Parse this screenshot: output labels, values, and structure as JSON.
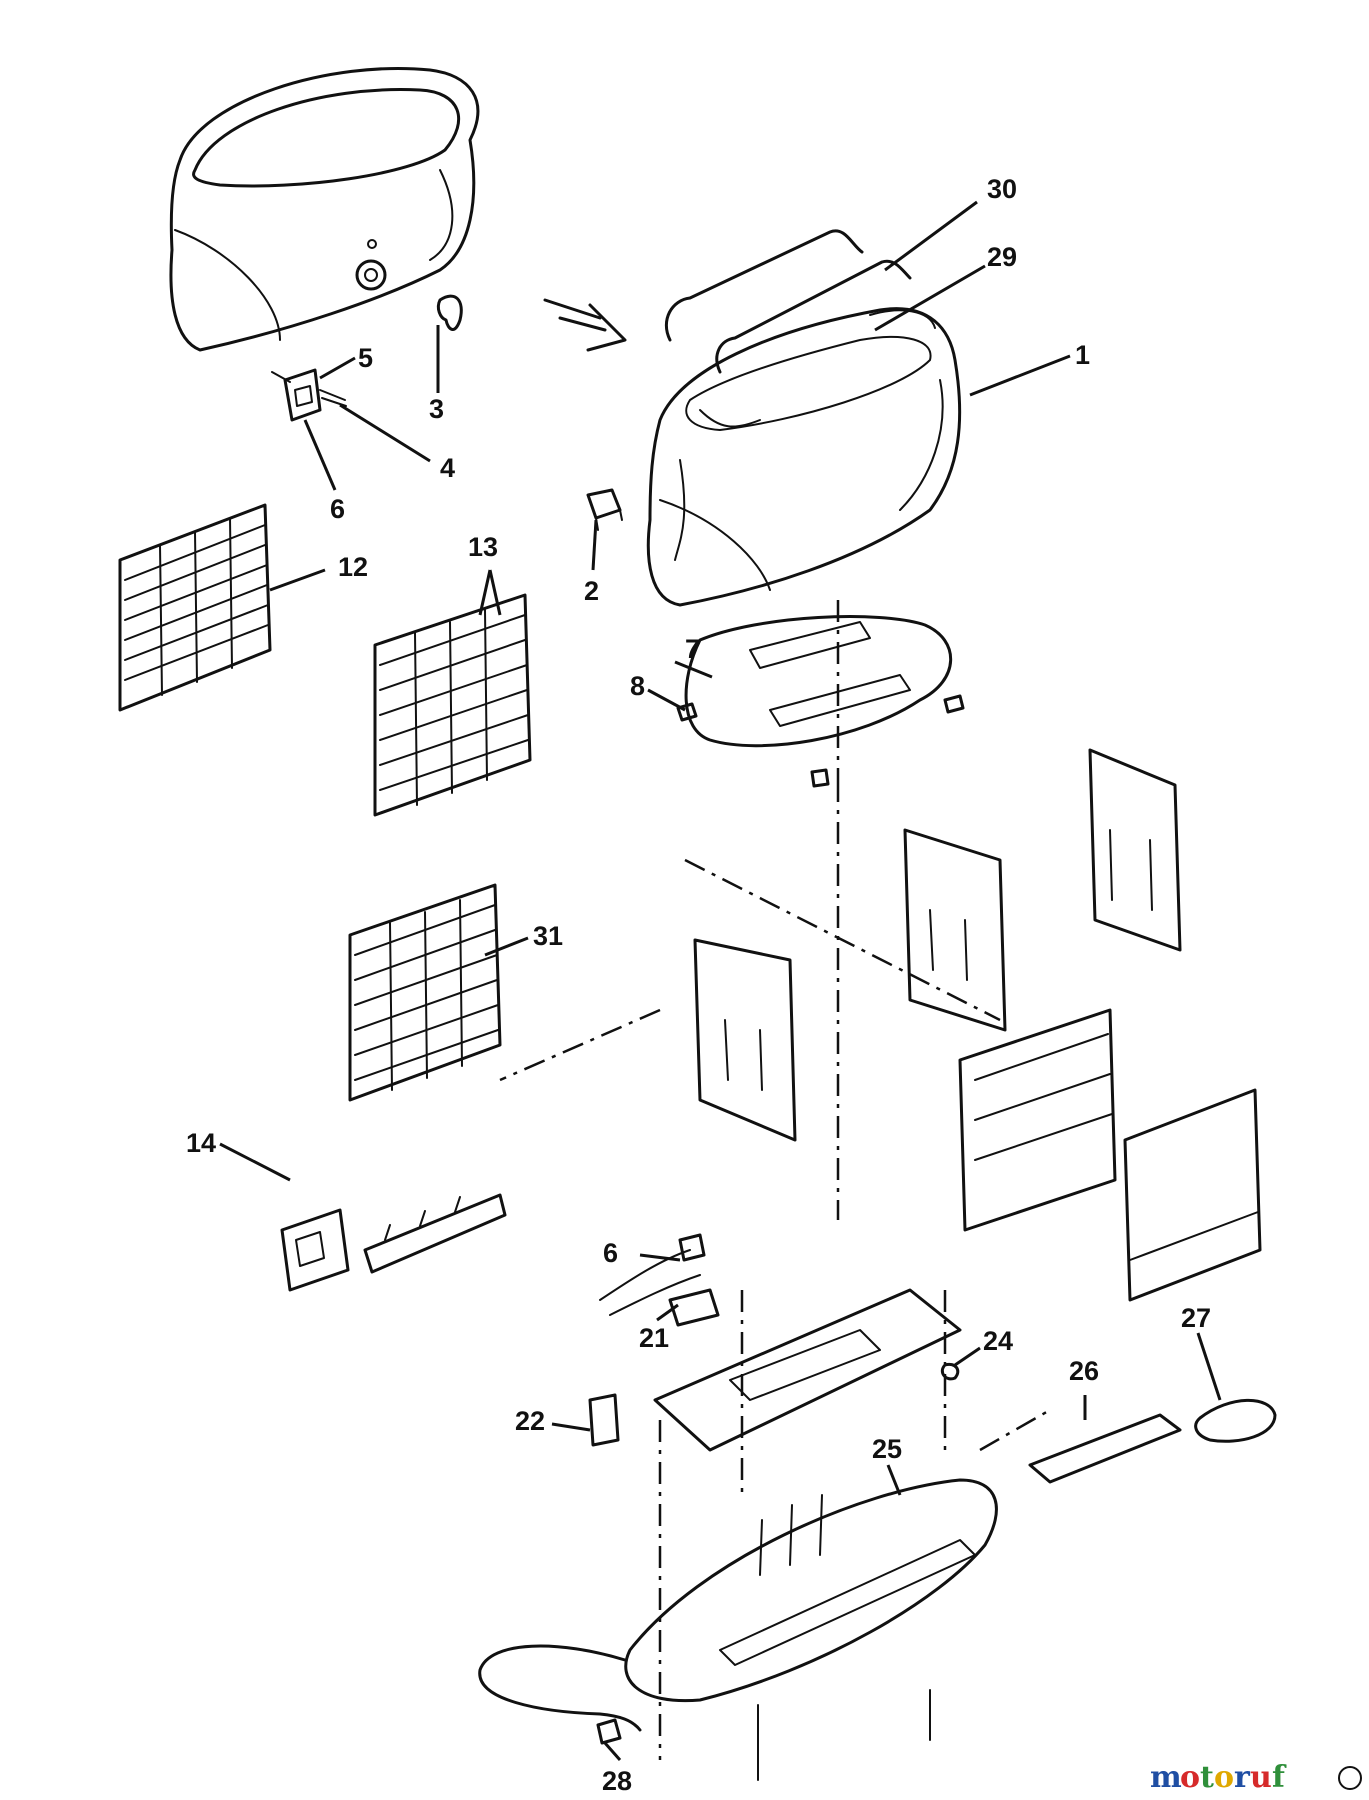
{
  "callouts": [
    "1",
    "2",
    "3",
    "4",
    "5",
    "6",
    "7",
    "8",
    "12",
    "13",
    "14",
    "6",
    "21",
    "22",
    "24",
    "25",
    "26",
    "27",
    "28",
    "29",
    "30",
    "31"
  ],
  "watermark": {
    "letters": [
      "m",
      "o",
      "t",
      "o",
      "r",
      "u",
      "f"
    ],
    "colors": [
      "#1f4ea3",
      "#d62a2a",
      "#2f8f3a",
      "#e0a800",
      "#1f4ea3",
      "#d62a2a",
      "#2f8f3a"
    ]
  }
}
